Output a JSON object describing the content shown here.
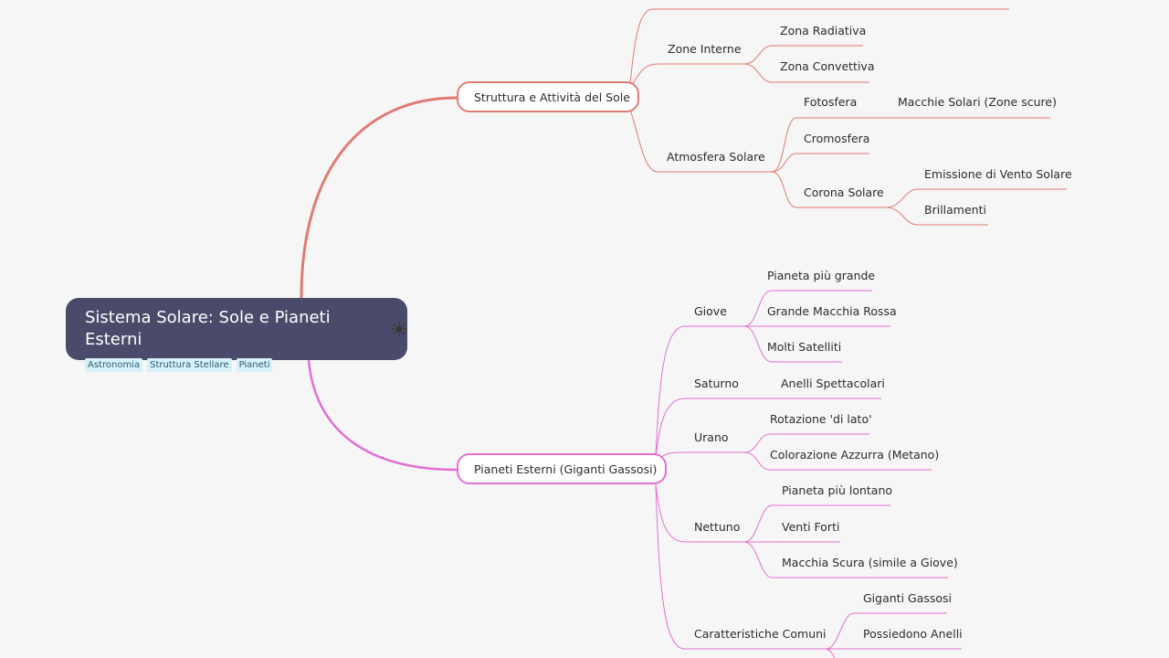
{
  "root": {
    "title": "Sistema Solare: Sole e Pianeti Esterni",
    "icon": "sun-icon",
    "tags": [
      "Astronomia",
      "Struttura Stellare",
      "Pianeti"
    ]
  },
  "branches": {
    "struttura": {
      "label": "Struttura e Attività del Sole",
      "color": "#e07b74",
      "zone_interne": {
        "label": "Zone Interne",
        "items": [
          "Zona Radiativa",
          "Zona Convettiva"
        ]
      },
      "atmosfera": {
        "label": "Atmosfera Solare",
        "fotosfera": {
          "label": "Fotosfera",
          "child": "Macchie Solari (Zone scure)"
        },
        "cromosfera": "Cromosfera",
        "corona": {
          "label": "Corona Solare",
          "items": [
            "Emissione di Vento Solare",
            "Brillamenti"
          ]
        }
      }
    },
    "pianeti": {
      "label": "Pianeti Esterni (Giganti Gassosi)",
      "color": "#e26fd3",
      "giove": {
        "label": "Giove",
        "items": [
          "Pianeta più grande",
          "Grande Macchia Rossa",
          "Molti Satelliti"
        ]
      },
      "saturno": {
        "label": "Saturno",
        "items": [
          "Anelli Spettacolari"
        ]
      },
      "urano": {
        "label": "Urano",
        "items": [
          "Rotazione 'di lato'",
          "Colorazione Azzurra (Metano)"
        ]
      },
      "nettuno": {
        "label": "Nettuno",
        "items": [
          "Pianeta più lontano",
          "Venti Forti",
          "Macchia Scura (simile a Giove)"
        ]
      },
      "comuni": {
        "label": "Caratteristiche Comuni",
        "items": [
          "Giganti Gassosi",
          "Possiedono Anelli"
        ]
      }
    }
  }
}
